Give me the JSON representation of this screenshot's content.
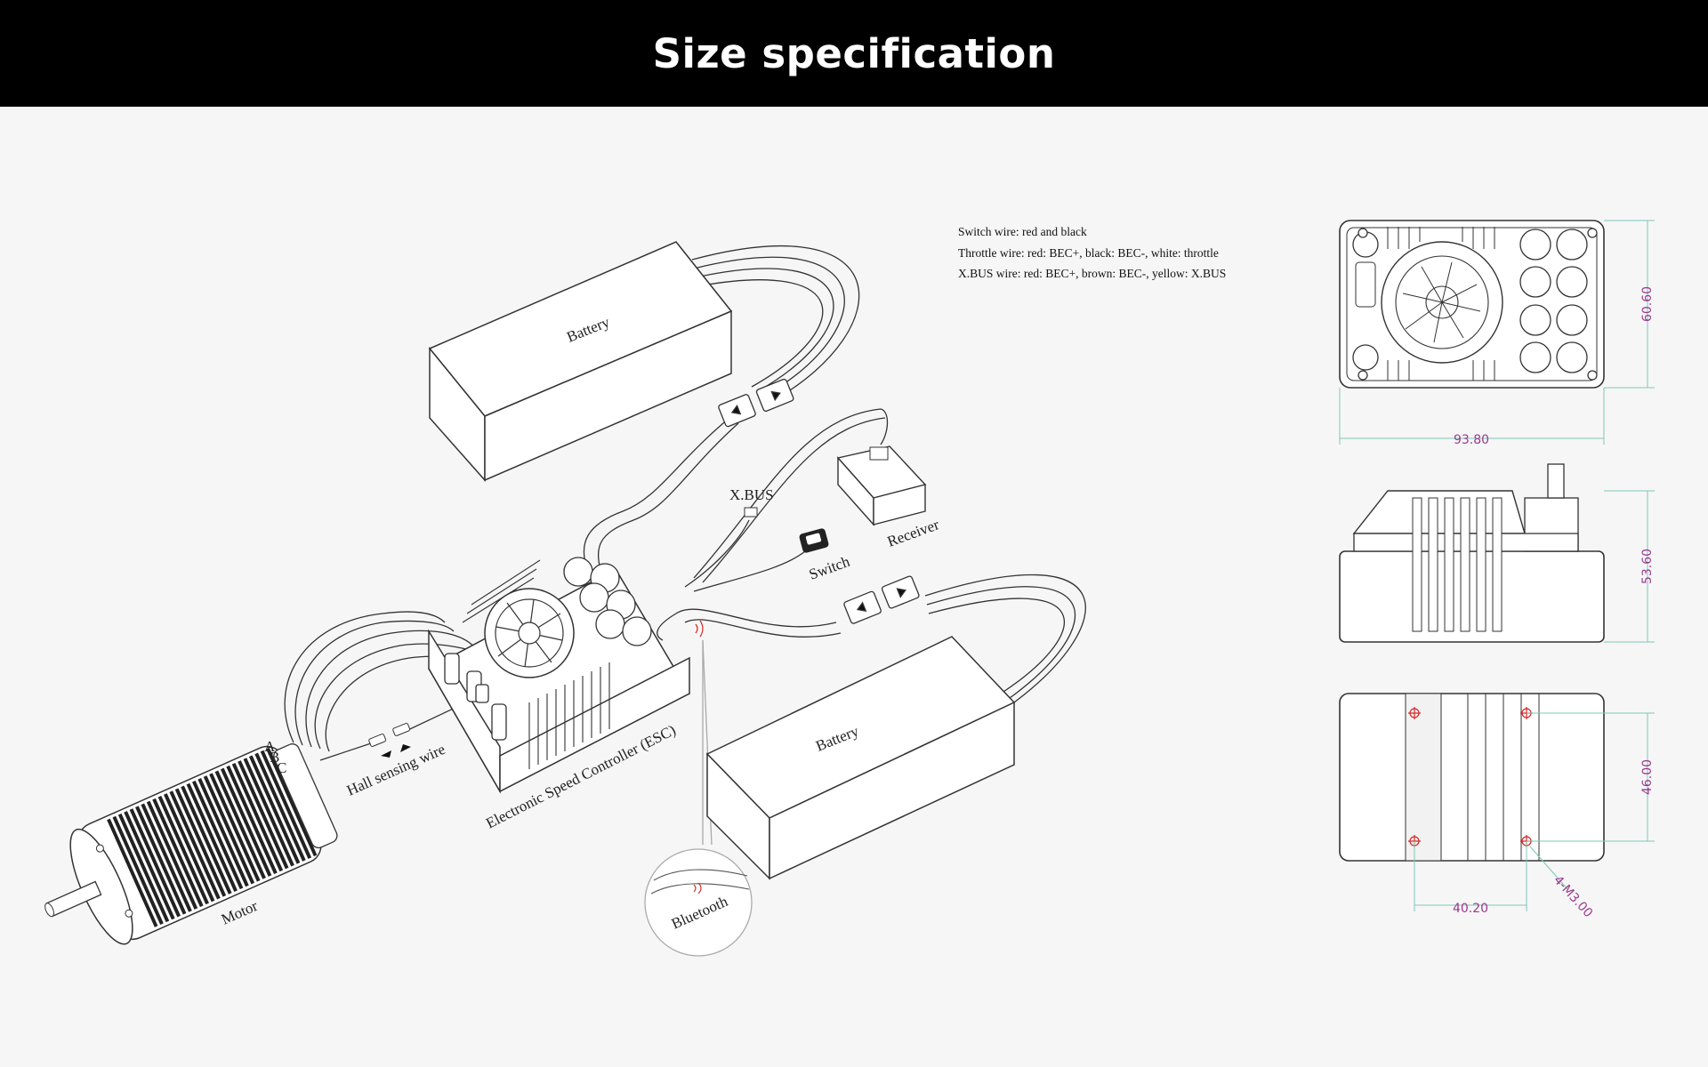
{
  "header": {
    "title": "Size specification"
  },
  "notes": {
    "switch_wire": "Switch wire: red and black",
    "throttle_wire": "Throttle wire: red: BEC+, black: BEC-, white: throttle",
    "xbus_wire": "X.BUS wire: red: BEC+, brown: BEC-, yellow: X.BUS"
  },
  "labels": {
    "battery_top": "Battery",
    "battery_bottom": "Battery",
    "xbus": "X.BUS",
    "switch": "Switch",
    "receiver": "Receiver",
    "hall_sensing_wire": "Hall sensing wire",
    "esc": "Electronic Speed Controller (ESC)",
    "motor": "Motor",
    "bluetooth": "Bluetooth",
    "motor_phase_a": "A",
    "motor_phase_b": "B",
    "motor_phase_c": "C"
  },
  "dimensions": {
    "top_view_height": "60.60",
    "top_view_width": "93.80",
    "side_view_height": "53.60",
    "bottom_view_hole_spacing_y": "46.00",
    "bottom_view_hole_spacing_x": "40.20",
    "mount_holes": "4-M3.00"
  },
  "colors": {
    "line": "#333333",
    "dimension": "#9b3a8f",
    "dimension_line": "#7fc8b8",
    "hole_accent": "#d62828",
    "header_bg": "#000000"
  }
}
